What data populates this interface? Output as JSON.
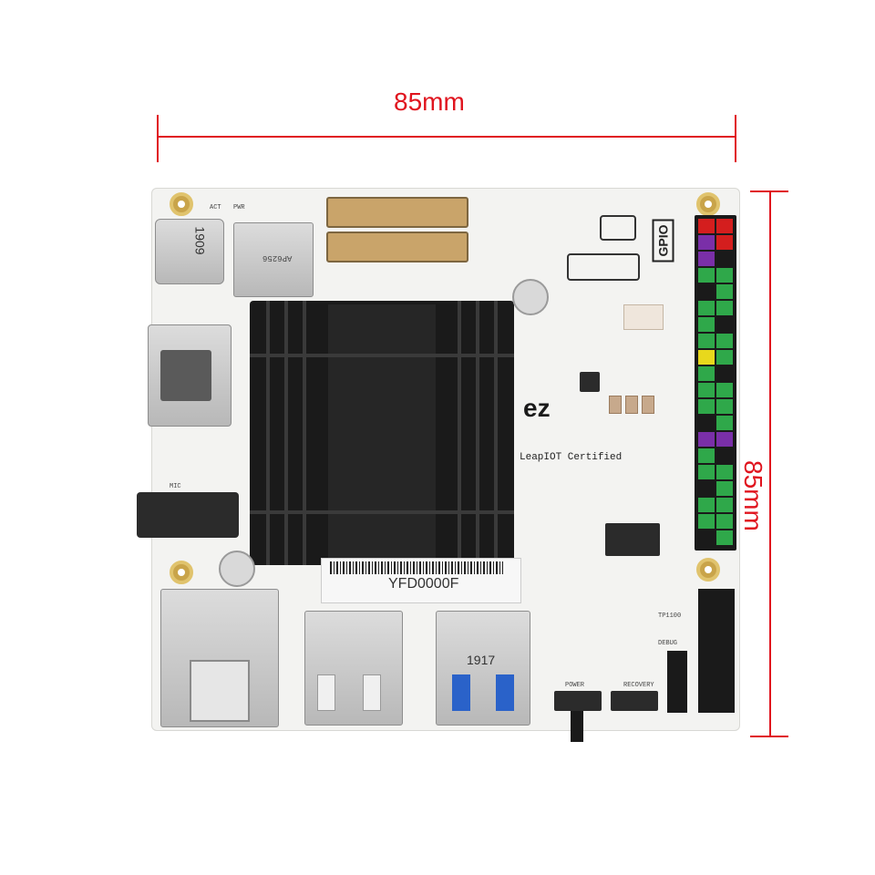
{
  "dimensions": {
    "width_label": "85mm",
    "height_label": "85mm",
    "color": "#e0141e"
  },
  "board": {
    "usb_c_marking": "1909",
    "wifi_module_text": "AP6256",
    "silkscreen_act": "ACT",
    "silkscreen_pwr": "PWR",
    "gpio_label": "GPIO",
    "brand_partial": "ez",
    "certified_text": "LeapIOT Certified",
    "heatsink_sticker": "YFD0000F",
    "usb3_marking": "1917",
    "power_label": "POWER",
    "recovery_label": "RECOVERY",
    "debug_label": "DEBUG",
    "mic_label": "MIC",
    "tp_label": "TP1100",
    "colors": {
      "pcb": "#f3f3f1",
      "heatsink": "#1a1a1a",
      "header_green": "#2fa84a",
      "header_purple": "#7a2fa8",
      "header_red": "#d41e1e",
      "header_yellow": "#e8d81c",
      "usb3_blue": "#2a62c9"
    }
  }
}
